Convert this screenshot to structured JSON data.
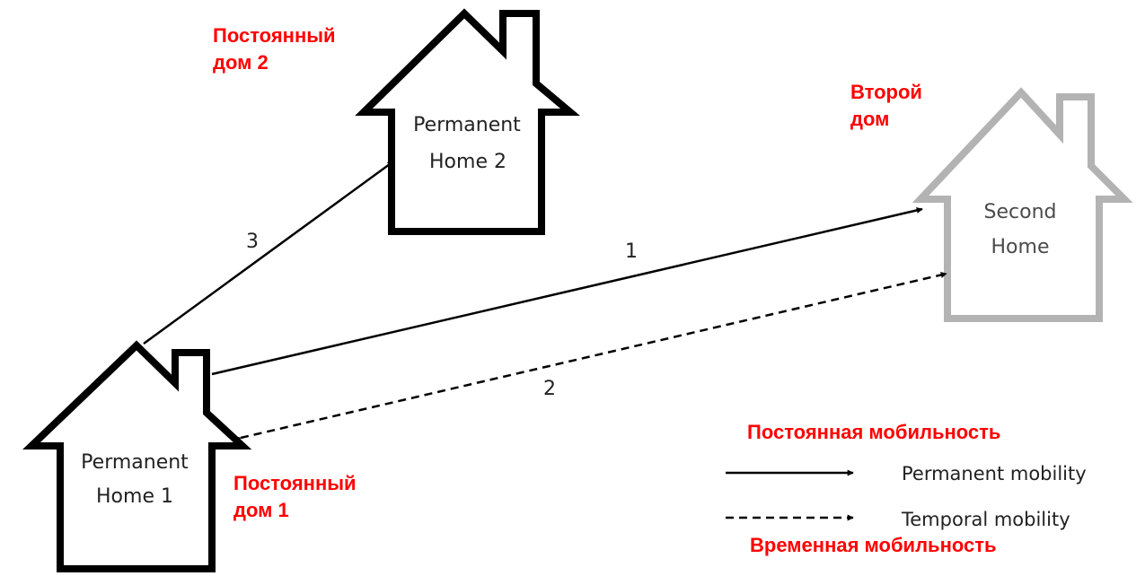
{
  "houses": {
    "home1": {
      "line1": "Permanent",
      "line2": "Home 1"
    },
    "home2": {
      "line1": "Permanent",
      "line2": "Home 2"
    },
    "second": {
      "line1": "Second",
      "line2": "Home"
    }
  },
  "arrows": {
    "arrow1": "1",
    "arrow2": "2",
    "arrow3": "3"
  },
  "legend": {
    "permanent": "Permanent mobility",
    "temporal": "Temporal mobility"
  },
  "ru_labels": {
    "home2": {
      "line1": "Постоянный",
      "line2": "дом 2"
    },
    "second": {
      "line1": "Второй",
      "line2": "дом"
    },
    "home1": {
      "line1": "Постоянный",
      "line2": "дом 1"
    },
    "permanent": "Постоянная мобильность",
    "temporal": "Временная мобильность"
  },
  "colors": {
    "house_outline": "#000000",
    "second_home_outline": "#b3b3b3",
    "annotation": "#ff0000"
  }
}
